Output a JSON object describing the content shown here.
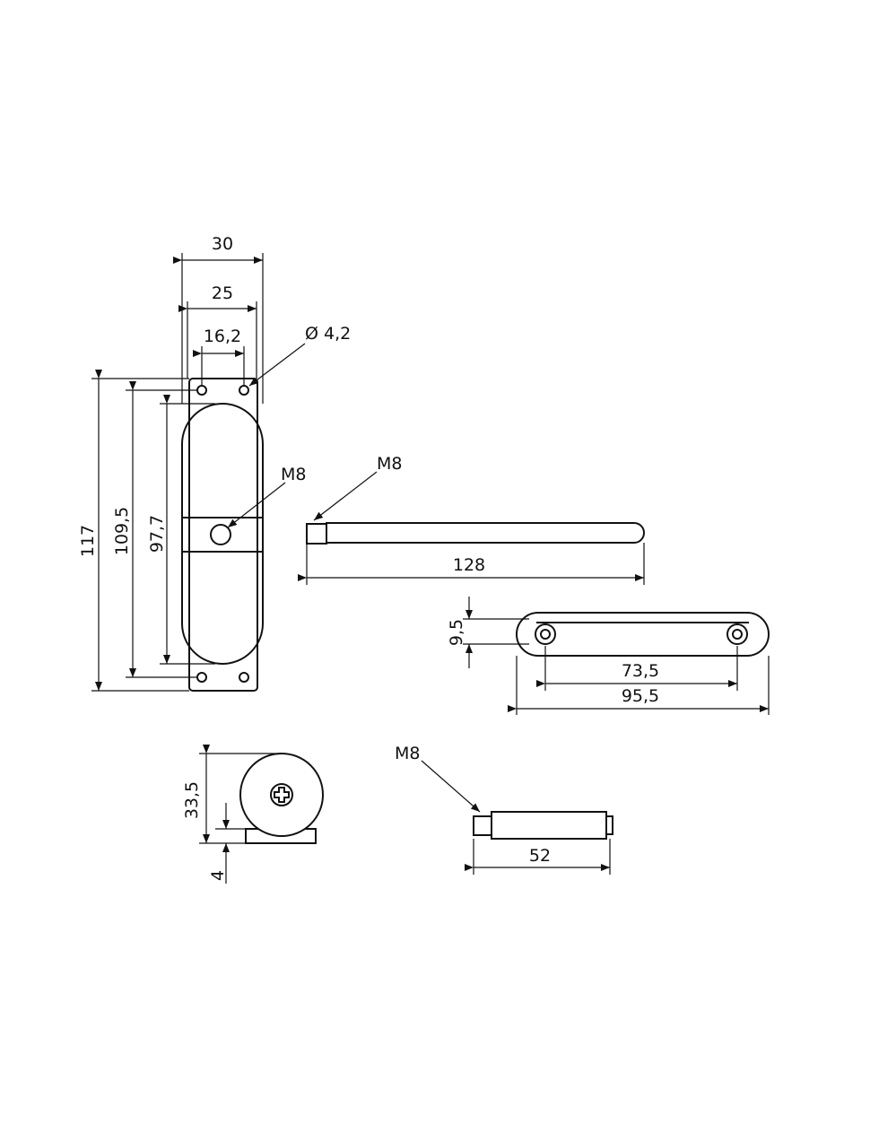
{
  "dimensions": {
    "plate_width": "30",
    "body_width": "25",
    "hole_spacing_width": "16,2",
    "hole_diameter": "Ø 4,2",
    "plate_height": "117",
    "hole_spacing_height": "109,5",
    "body_height": "97,7",
    "thread_front": "M8",
    "arm_thread": "M8",
    "arm_length": "128",
    "bracket_thickness": "9,5",
    "bracket_hole_spacing": "73,5",
    "bracket_length": "95,5",
    "depth": "33,5",
    "base_thickness": "4",
    "pin_thread": "M8",
    "pin_length": "52"
  }
}
